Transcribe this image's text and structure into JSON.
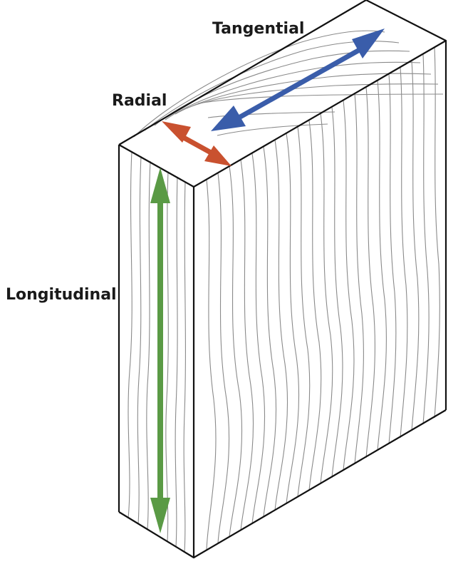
{
  "labels": {
    "tangential": "Tangential",
    "radial": "Radial",
    "longitudinal": "Longitudinal"
  },
  "colors": {
    "tangential_arrow": "#3a5daa",
    "radial_arrow": "#c9512f",
    "longitudinal_arrow": "#5a9a45",
    "edge": "#111111",
    "grain": "#8a8a8a"
  }
}
